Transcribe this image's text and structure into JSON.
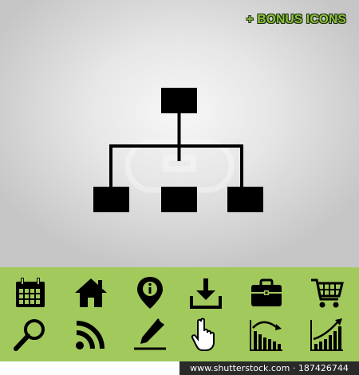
{
  "header": {
    "bonus_label": "+ BONUS ICONS"
  },
  "main_icon": {
    "name": "hierarchy-structure",
    "color": "#000000"
  },
  "palette": {
    "band_background": "#a2c95c",
    "bonus_text": "#8cc43e",
    "icon_color": "#000000"
  },
  "icon_rows": [
    [
      "calendar",
      "home",
      "map-pin-info",
      "download",
      "briefcase",
      "shopping-cart"
    ],
    [
      "magnifier",
      "rss-feed",
      "pencil-sign",
      "pointer-hand",
      "declining-bar-chart",
      "growth-bar-chart"
    ]
  ],
  "footer": {
    "text": "www.shutterstock.com · 187426744"
  }
}
